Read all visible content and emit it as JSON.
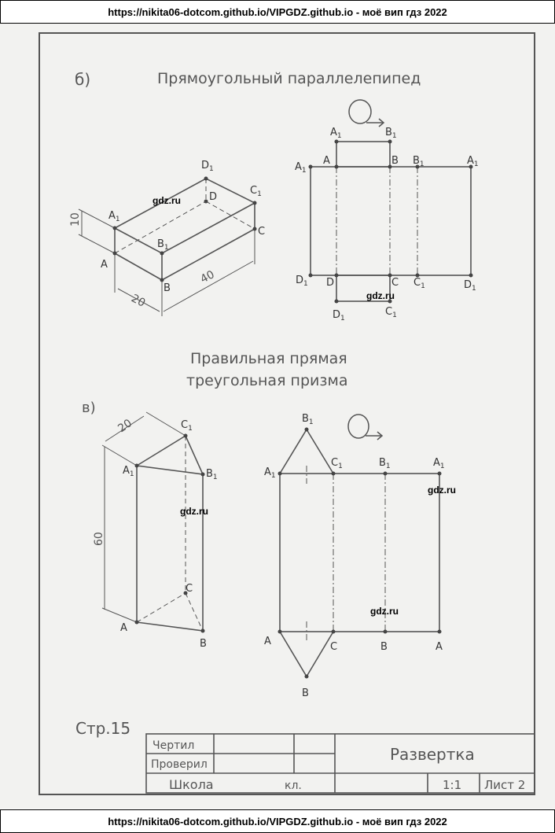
{
  "banner": {
    "top": "https://nikita06-dotcom.github.io/VIPGDZ.github.io - моё вип гдз 2022",
    "bottom": "https://nikita06-dotcom.github.io/VIPGDZ.github.io - моё вип гдз 2022"
  },
  "watermark": "gdz.ru",
  "section_b": {
    "letter": "б)",
    "title": "Прямоугольный параллелепипед",
    "dims": {
      "height": "10",
      "width": "20",
      "length": "40"
    },
    "box_labels": {
      "A": "A",
      "B": "B",
      "C": "C",
      "D": "D",
      "A1": "A",
      "B1": "B",
      "C1": "C",
      "D1": "D",
      "one": "1"
    },
    "net_labels": {
      "A": "A",
      "B": "B",
      "C": "C",
      "D": "D",
      "A1": "A",
      "B1": "B",
      "C1": "C",
      "D1": "D",
      "one": "1"
    }
  },
  "section_v": {
    "letter": "в)",
    "title_line1": "Правильная прямая",
    "title_line2": "треугольная призма",
    "dims": {
      "edge": "20",
      "height": "60"
    },
    "prism_labels": {
      "A": "A",
      "B": "B",
      "C": "C",
      "A1": "A",
      "B1": "B",
      "C1": "C",
      "one": "1"
    },
    "net_labels": {
      "A": "A",
      "B": "B",
      "C": "C",
      "A1": "A",
      "B1": "B",
      "C1": "C",
      "one": "1"
    }
  },
  "page_ref": "Стр.15",
  "title_block": {
    "drew": "Чертил",
    "checked": "Проверил",
    "school": "Школа",
    "class": "кл.",
    "title": "Развертка",
    "scale": "1:1",
    "sheet": "Лист 2"
  }
}
